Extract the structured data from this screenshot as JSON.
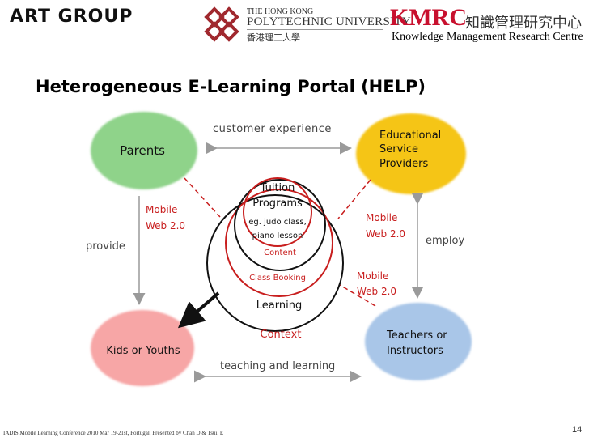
{
  "header": {
    "brand_left": "ART GROUP",
    "polyu": {
      "line1": "THE HONG KONG",
      "line2": "POLYTECHNIC UNIVERSITY",
      "line3": "香港理工大學"
    },
    "kmrc": {
      "acronym": "KMRC",
      "chinese": "知識管理研究中心",
      "full_name": "Knowledge Management Research Centre"
    }
  },
  "title": "Heterogeneous E-Learning Portal (HELP)",
  "diagram": {
    "nodes": {
      "parents": "Parents",
      "providers": [
        "Educational",
        "Service",
        "Providers"
      ],
      "kids": "Kids or Youths",
      "teachers": [
        "Teachers or",
        "Instructors"
      ]
    },
    "edges": {
      "top": "customer experience",
      "left": "provide",
      "right": "employ",
      "bottom": "teaching and learning"
    },
    "mobile_label": [
      "Mobile",
      "Web 2.0"
    ],
    "center": {
      "tuition": [
        "Tuition",
        "Programs"
      ],
      "example": [
        "eg. judo class,",
        "piano lesson"
      ],
      "content": "Content",
      "class_booking": "Class Booking",
      "learning": "Learning",
      "context": "Context"
    },
    "colors": {
      "parents": "#8fd38a",
      "providers": "#f5c518",
      "kids": "#f7a6a6",
      "teachers": "#a9c6e8",
      "red_label": "#c81e1e",
      "arrow_gray": "#9a9a9a"
    }
  },
  "footer": {
    "text": "IADIS Mobile Learning Conference 2010 Mar 19-21st, Portugal, Presented by Chan D & Tsui. E",
    "page_number": "14"
  }
}
